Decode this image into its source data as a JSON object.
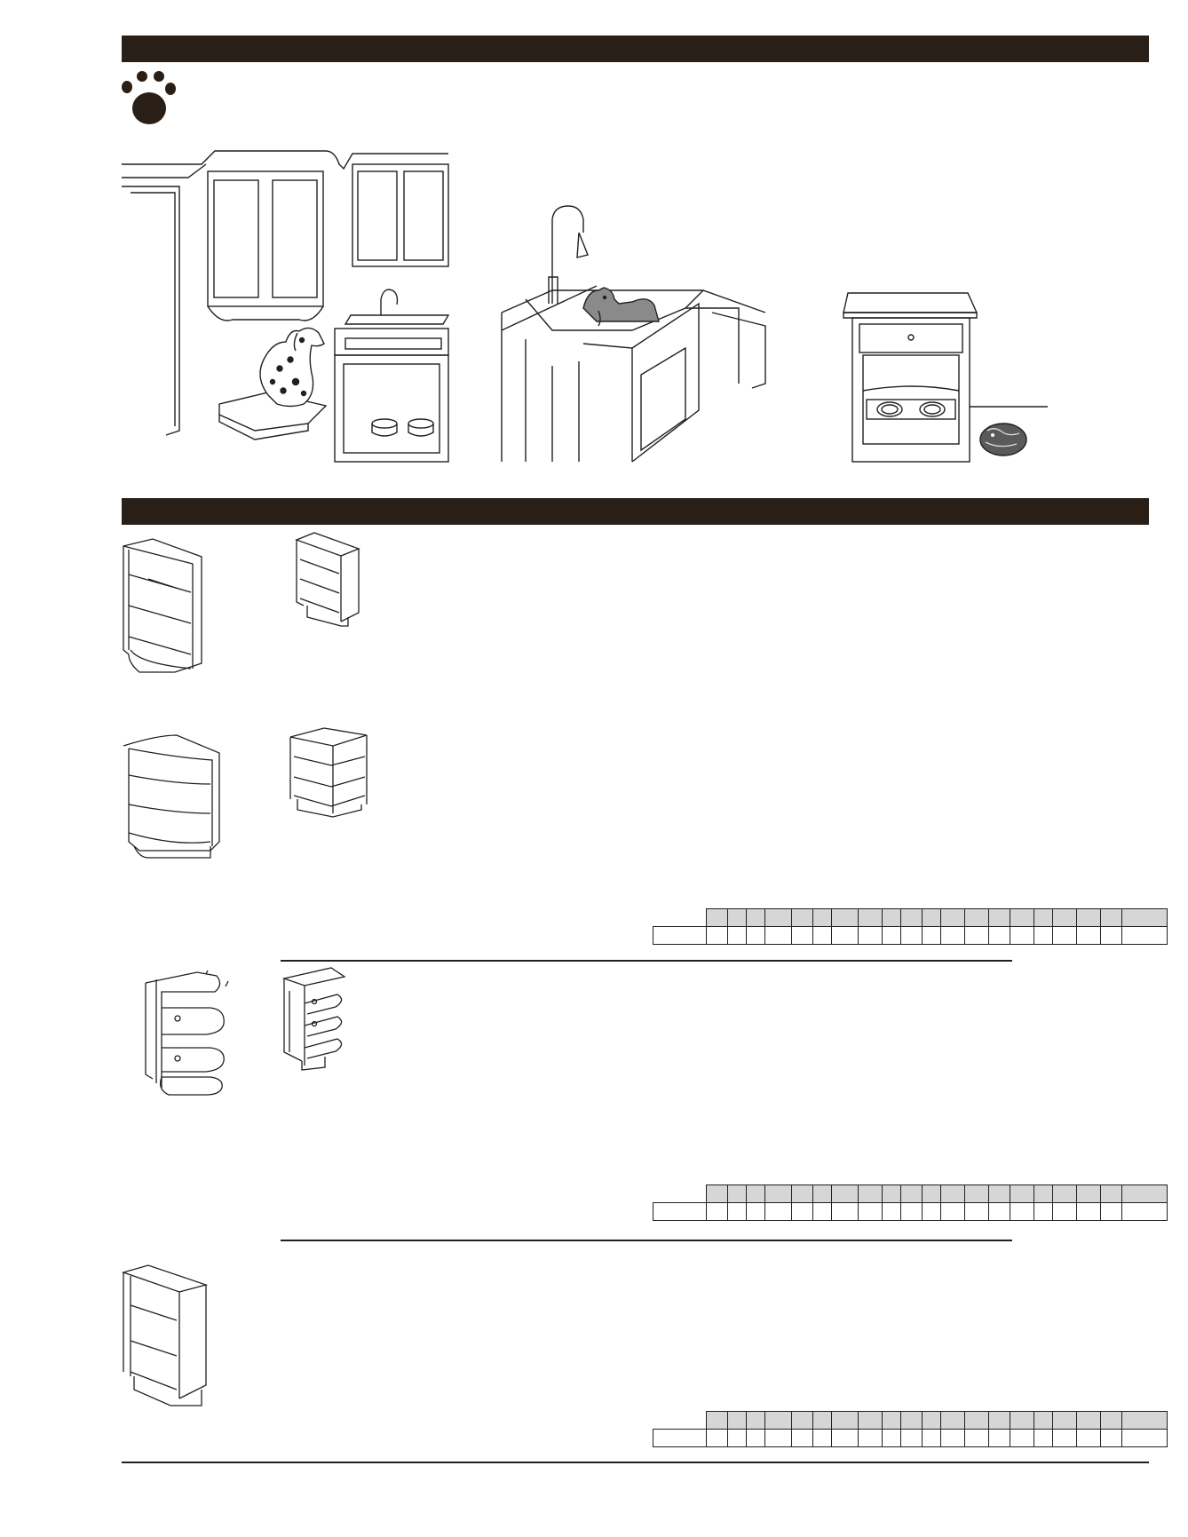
{
  "sections": {
    "top_banner": {
      "label": ""
    },
    "bottom_banner": {
      "label": ""
    }
  },
  "icons": [
    "paw-icon",
    "dog-icon",
    "cat-icon",
    "faucet-icon",
    "pet-bowl-icon"
  ],
  "colors": {
    "banner": "#2a1f17",
    "line": "#231f20",
    "table_header": "#d6d6d6",
    "paper": "#ffffff"
  },
  "spec_tables": [
    {
      "id": "table-1",
      "columns": 20,
      "header": [
        "",
        "",
        "",
        "",
        "",
        "",
        "",
        "",
        "",
        "",
        "",
        "",
        "",
        "",
        "",
        "",
        "",
        "",
        "",
        ""
      ],
      "values": [
        "",
        "",
        "",
        "",
        "",
        "",
        "",
        "",
        "",
        "",
        "",
        "",
        "",
        "",
        "",
        "",
        "",
        "",
        "",
        "",
        ""
      ]
    },
    {
      "id": "table-2",
      "columns": 20,
      "header": [
        "",
        "",
        "",
        "",
        "",
        "",
        "",
        "",
        "",
        "",
        "",
        "",
        "",
        "",
        "",
        "",
        "",
        "",
        "",
        ""
      ],
      "values": [
        "",
        "",
        "",
        "",
        "",
        "",
        "",
        "",
        "",
        "",
        "",
        "",
        "",
        "",
        "",
        "",
        "",
        "",
        "",
        "",
        ""
      ]
    },
    {
      "id": "table-3",
      "columns": 20,
      "header": [
        "",
        "",
        "",
        "",
        "",
        "",
        "",
        "",
        "",
        "",
        "",
        "",
        "",
        "",
        "",
        "",
        "",
        "",
        "",
        ""
      ],
      "values": [
        "",
        "",
        "",
        "",
        "",
        "",
        "",
        "",
        "",
        "",
        "",
        "",
        "",
        "",
        "",
        "",
        "",
        "",
        "",
        "",
        ""
      ]
    }
  ]
}
